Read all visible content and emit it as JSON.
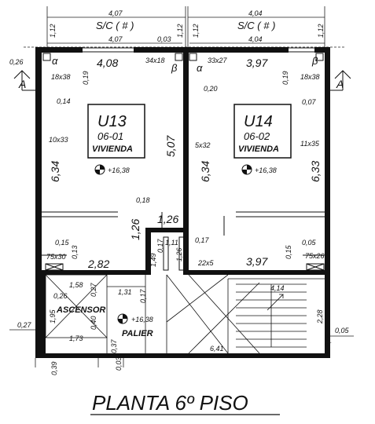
{
  "drawing": {
    "title": "PLANTA 6º PISO",
    "section_marker": "A",
    "symbol_alpha": "α",
    "symbol_beta": "β",
    "landing_level": "+16,38"
  },
  "top_dims": {
    "left_total": "4,07",
    "right_total": "4,04",
    "left_sc": "S/C ( # )",
    "right_sc": "S/C ( # )",
    "left_inner": "4,07",
    "right_inner": "4,04",
    "gap": "0,03",
    "v112a": "1,12",
    "v112b": "1,12",
    "v112c": "1,12",
    "v112d": "1,12"
  },
  "unit_left": {
    "code": "U13",
    "number": "06-01",
    "type": "VIVIENDA",
    "level": "+16,38",
    "width_top": "4,08",
    "height": "6,34",
    "inner_height": "5,07",
    "bottom_width": "2,82",
    "col_top": "34x18",
    "col_left": "18x38",
    "col_mid": "10x33",
    "col_bottom": "75x30",
    "d026": "0,26",
    "d019": "0,19",
    "d014": "0,14",
    "d018": "0,18",
    "d126a": "1,26",
    "d126b": "1,26",
    "d015": "0,15",
    "d013": "0,13"
  },
  "unit_right": {
    "code": "U14",
    "number": "06-02",
    "type": "VIVIENDA",
    "level": "+16,38",
    "width_top": "3,97",
    "height_left": "6,34",
    "height_right": "6,33",
    "bottom_width": "3,97",
    "col_top": "33x27",
    "col_right": "18x38",
    "col_mid_left": "5x32",
    "col_mid_right": "11x35",
    "col_bottom": "75x26",
    "col_small": "22x5",
    "d019": "0,19",
    "d020": "0,20",
    "d007": "0,07",
    "d005": "0,05",
    "d015": "0,15",
    "d017": "0,17"
  },
  "core": {
    "elevator": "ASCENSOR",
    "landing": "PALIER",
    "d158": "1,58",
    "d026": "0,26",
    "d027a": "0,27",
    "d195": "1,95",
    "d173": "1,73",
    "d040": "0,40",
    "d027b": "0,27",
    "d037": "0,37",
    "d003": "0,03",
    "d039": "0,39",
    "d131": "1,31",
    "d017a": "0,17",
    "d149": "1,49",
    "d017b": "0,17",
    "d111": "1,11",
    "d126": "1,26",
    "d414": "4,14",
    "d228": "2,28",
    "d641": "6,41",
    "d005a": "0,05",
    "d005b": "0,05"
  }
}
